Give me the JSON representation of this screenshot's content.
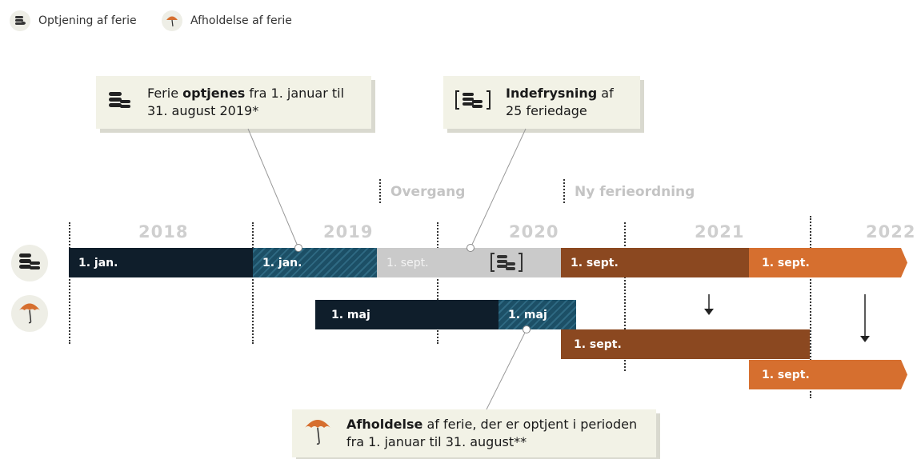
{
  "legend": {
    "accrual_label": "Optjening af ferie",
    "holiday_label": "Afholdelse af ferie"
  },
  "phases": {
    "transition": "Overgang",
    "new_scheme": "Ny ferieordning"
  },
  "years": [
    "2018",
    "2019",
    "2020",
    "2021",
    "2022"
  ],
  "accrual_row": {
    "bar_2018": "1. jan.",
    "bar_2019": "1. jan.",
    "bar_transition": "1. sept.",
    "bar_2020": "1. sept.",
    "bar_2021": "1. sept."
  },
  "holiday_rows": {
    "bar_may_1": "1. maj",
    "bar_may_2": "1. maj",
    "bar_sept_1": "1. sept.",
    "bar_sept_2": "1. sept."
  },
  "callouts": {
    "accrual": {
      "bold": "optjenes",
      "before": "Ferie ",
      "after": " fra 1. januar til 31. august 2019*"
    },
    "freeze": {
      "bold": "Indefrysning",
      "after": " af 25 feriedage"
    },
    "holiday": {
      "bold": "Afholdelse",
      "after": " af ferie, der er optjent i perioden fra 1. januar til 31. august**"
    }
  },
  "colors": {
    "navy": "#0f1e2b",
    "hatch_blue": "#1c4f66",
    "grey": "#cacaca",
    "brown": "#8b4820",
    "orange": "#d66f2f",
    "callout_bg": "#f2f2e6"
  },
  "icons": {
    "accrual": "coins-icon",
    "holiday": "umbrella-icon",
    "freeze": "frozen-coins-icon",
    "arrow": "arrow-down-icon"
  }
}
